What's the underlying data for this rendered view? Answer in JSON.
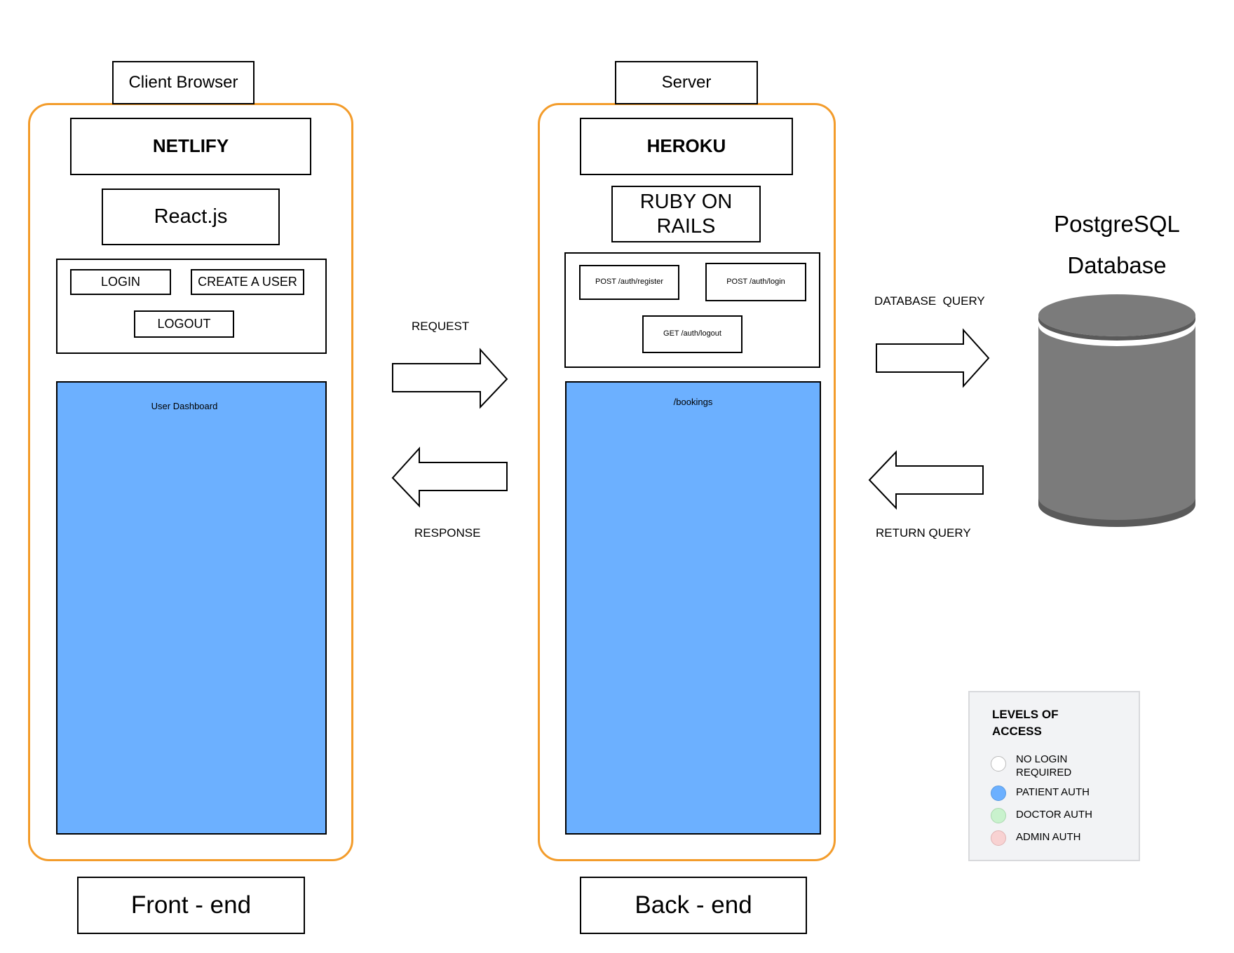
{
  "frontend": {
    "tab_label": "Client Browser",
    "host": "NETLIFY",
    "framework": "React.js",
    "buttons": {
      "login": "LOGIN",
      "create_user": "CREATE A USER",
      "logout": "LOGOUT"
    },
    "dashboard_label": "User Dashboard",
    "footer_label": "Front - end"
  },
  "backend": {
    "tab_label": "Server",
    "host": "HEROKU",
    "framework": "RUBY ON RAILS",
    "routes": {
      "register": "POST /auth/register",
      "login": "POST /auth/login",
      "logout": "GET /auth/logout"
    },
    "bookings_label": "/bookings",
    "footer_label": "Back - end"
  },
  "flows": {
    "request": "REQUEST",
    "response": "RESPONSE",
    "database_query": "DATABASE  QUERY",
    "return_query": "RETURN QUERY"
  },
  "database": {
    "title_line1": "PostgreSQL",
    "title_line2": "Database",
    "color": "#7b7b7b",
    "rim_color": "#555555"
  },
  "legend": {
    "title": "LEVELS OF ACCESS",
    "items": [
      {
        "label": "NO LOGIN REQUIRED",
        "color": "#ffffff"
      },
      {
        "label": "PATIENT AUTH",
        "color": "#6cb0ff"
      },
      {
        "label": "DOCTOR AUTH",
        "color": "#c9f2cd"
      },
      {
        "label": "ADMIN AUTH",
        "color": "#f8d2d2"
      }
    ]
  },
  "colors": {
    "panel_border": "#f39c2b",
    "auth_area": "#6cb0ff"
  }
}
